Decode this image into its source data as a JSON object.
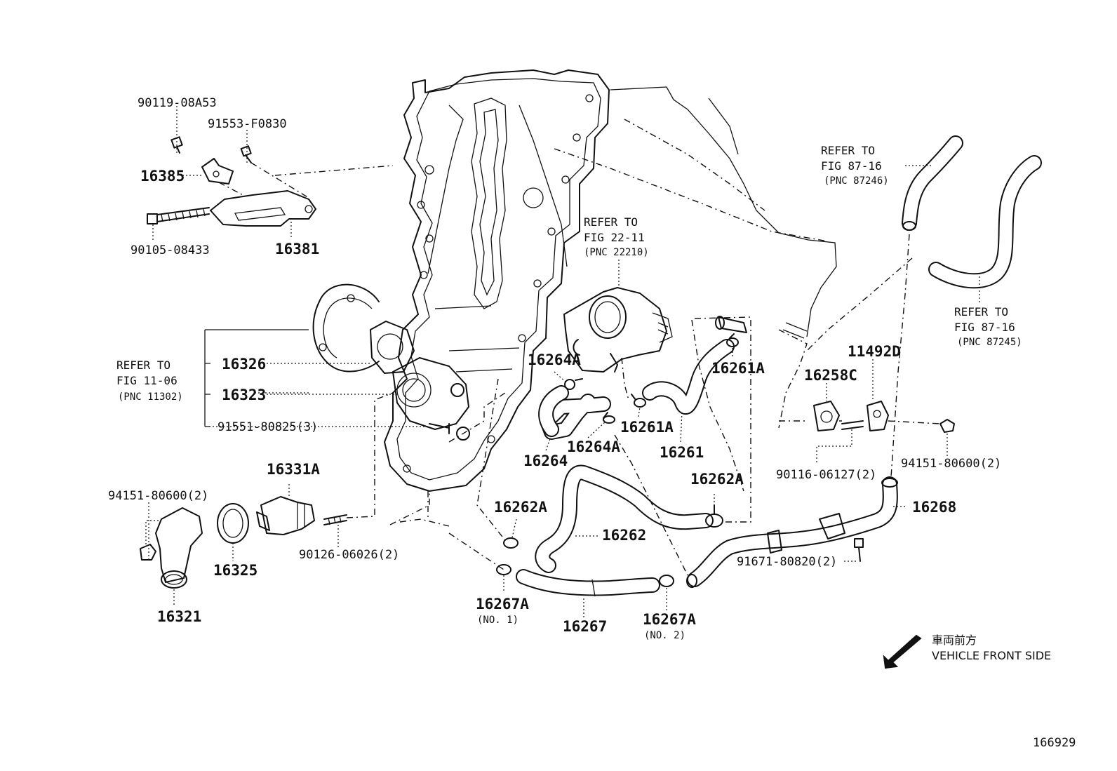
{
  "labels": {
    "p90119": "90119-08A53",
    "p91553": "91553-F0830",
    "p16385": "16385",
    "p90105": "90105-08433",
    "p16381": "16381",
    "ref1106_l1": "REFER TO",
    "ref1106_l2": "FIG 11-06",
    "ref1106_l3": "(PNC 11302)",
    "p16326": "16326",
    "p16323": "16323",
    "p91551": "91551-80825(3)",
    "p16331A": "16331A",
    "p94151_left": "94151-80600(2)",
    "p16325": "16325",
    "p90126": "90126-06026(2)",
    "p16321": "16321",
    "ref2211_l1": "REFER TO",
    "ref2211_l2": "FIG 22-11",
    "ref2211_l3": "(PNC 22210)",
    "p16264A_top": "16264A",
    "p16264": "16264",
    "p16264A_bottom": "16264A",
    "p16261A_right": "16261A",
    "p16261A_left": "16261A",
    "p16261": "16261",
    "p16262A_left": "16262A",
    "p16262A_right": "16262A",
    "p16262": "16262",
    "p16267A_no1": "16267A",
    "p16267A_no1_sub": "(NO. 1)",
    "p16267": "16267",
    "p16267A_no2": "16267A",
    "p16267A_no2_sub": "(NO. 2)",
    "ref8716a_l1": "REFER TO",
    "ref8716a_l2": "FIG 87-16",
    "ref8716a_l3": "(PNC 87246)",
    "ref8716b_l1": "REFER TO",
    "ref8716b_l2": "FIG 87-16",
    "ref8716b_l3": "(PNC 87245)",
    "p11492D": "11492D",
    "p16258C": "16258C",
    "p90116": "90116-06127(2)",
    "p94151_right": "94151-80600(2)",
    "p16268": "16268",
    "p91671": "91671-80820(2)",
    "front_jp": "車両前方",
    "front_en": "VEHICLE FRONT SIDE",
    "figure_no": "166929"
  },
  "icons": {
    "front_arrow": "arrow-down-left-icon"
  }
}
